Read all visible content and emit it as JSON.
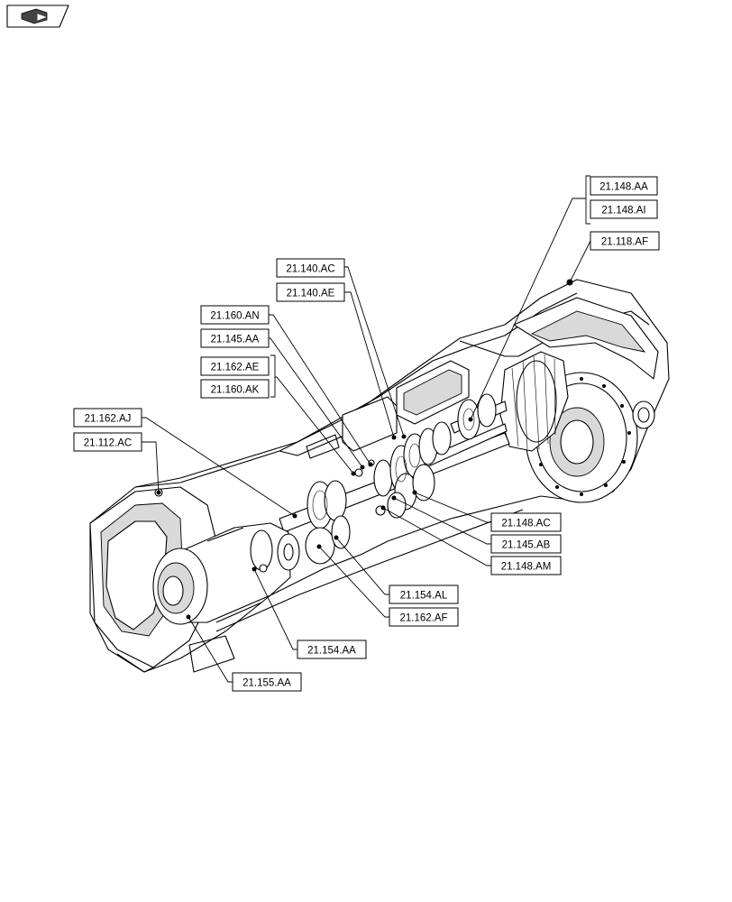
{
  "nav": {
    "icon": "book-arrow-icon"
  },
  "callouts": {
    "c_148_AA": "21.148.AA",
    "c_148_AI": "21.148.AI",
    "c_118_AF": "21.118.AF",
    "c_140_AC": "21.140.AC",
    "c_140_AE": "21.140.AE",
    "c_160_AN": "21.160.AN",
    "c_145_AA": "21.145.AA",
    "c_162_AE": "21.162.AE",
    "c_160_AK": "21.160.AK",
    "c_162_AJ": "21.162.AJ",
    "c_112_AC": "21.112.AC",
    "c_148_AC": "21.148.AC",
    "c_145_AB": "21.145.AB",
    "c_148_AM": "21.148.AM",
    "c_154_AL": "21.154.AL",
    "c_162_AF": "21.162.AF",
    "c_154_AA": "21.154.AA",
    "c_155_AA": "21.155.AA"
  }
}
